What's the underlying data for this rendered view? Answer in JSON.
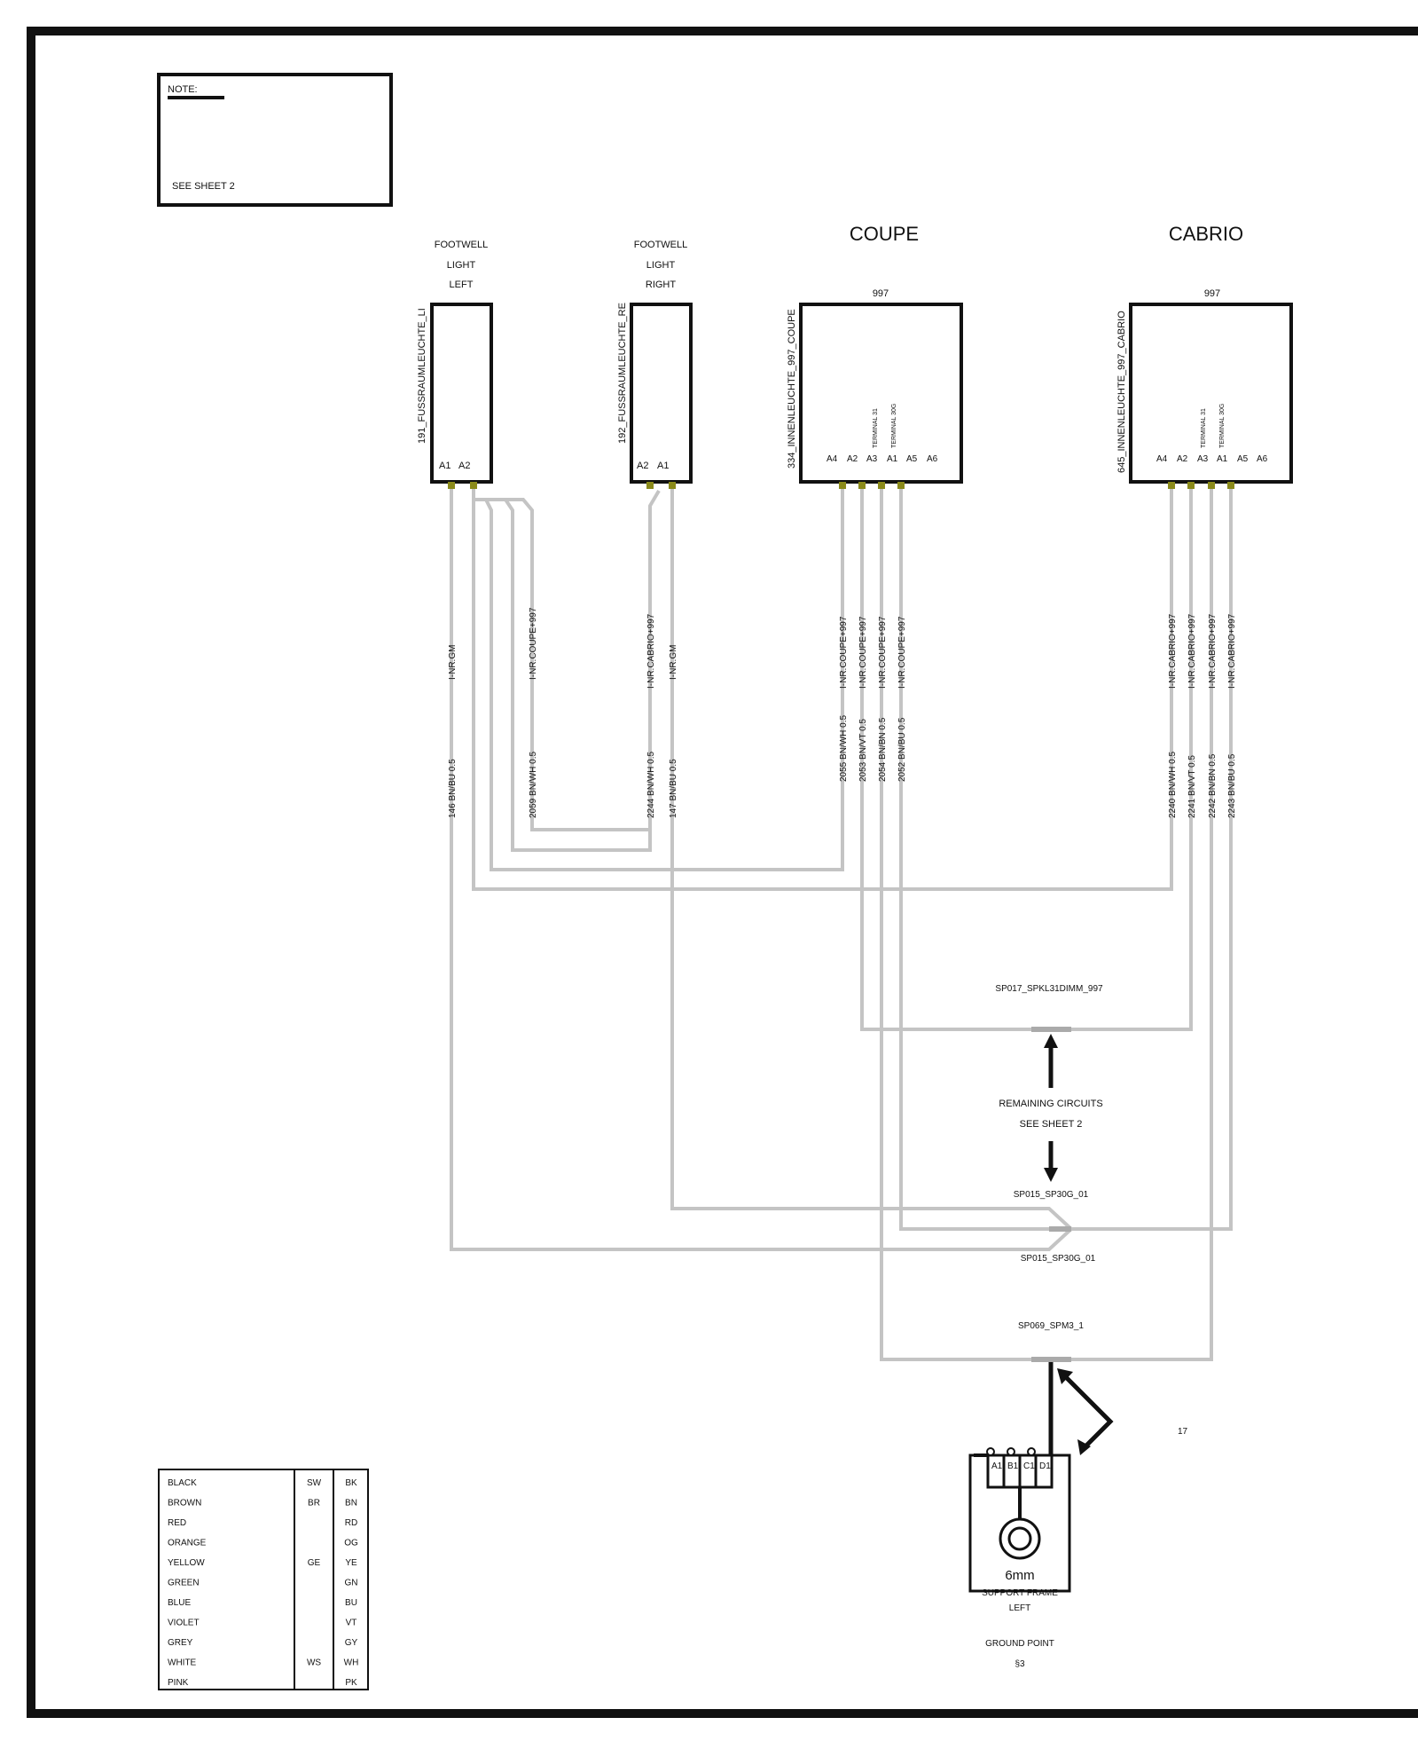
{
  "note": {
    "title": "NOTE:",
    "text": "SEE SHEET 2"
  },
  "groups": {
    "coupe": "COUPE",
    "cabrio": "CABRIO"
  },
  "connectors": {
    "fl_left": {
      "caption": [
        "FOOTWELL",
        "LIGHT",
        "LEFT"
      ],
      "id": "191_FUSSRAUMLEUCHTE_LI",
      "pins": [
        "A1",
        "A2"
      ]
    },
    "fl_right": {
      "caption": [
        "FOOTWELL",
        "LIGHT",
        "RIGHT"
      ],
      "id": "192_FUSSRAUMLEUCHTE_RE",
      "pins": [
        "A2",
        "A1"
      ]
    },
    "coupe": {
      "model": "997",
      "id": "334_INNENLEUCHTE_997_COUPE",
      "pins": [
        "A4",
        "A2",
        "A3",
        "A1",
        "A5",
        "A6"
      ],
      "terminals": [
        "TERMINAL 31",
        "TERMINAL 30G"
      ]
    },
    "cabrio": {
      "model": "997",
      "id": "645_INNENLEUCHTE_997_CABRIO",
      "pins": [
        "A4",
        "A2",
        "A3",
        "A1",
        "A5",
        "A6"
      ],
      "terminals": [
        "TERMINAL 31",
        "TERMINAL 30G"
      ]
    }
  },
  "wires": [
    {
      "code": "146 BN/BU 0.5",
      "harness": "I-NR.GM"
    },
    {
      "code": "2059 BN/WH 0.5",
      "harness": "I-NR.COUPE+997"
    },
    {
      "code": "2244 BN/WH 0.5",
      "harness": "I-NR.CABRIO+997"
    },
    {
      "code": "147 BN/BU 0.5",
      "harness": "I-NR.GM"
    },
    {
      "code": "2055 BN/WH 0.5",
      "harness": "I-NR.COUPE+997"
    },
    {
      "code": "2053 BN/VT 0.5",
      "harness": "I-NR.COUPE+997"
    },
    {
      "code": "2054 BN/BN 0.5",
      "harness": "I-NR.COUPE+997"
    },
    {
      "code": "2052 BN/BU 0.5",
      "harness": "I-NR.COUPE+997"
    },
    {
      "code": "2240 BN/WH 0.5",
      "harness": "I-NR.CABRIO+997"
    },
    {
      "code": "2241 BN/VT 0.5",
      "harness": "I-NR.CABRIO+997"
    },
    {
      "code": "2242 BN/BN 0.5",
      "harness": "I-NR.CABRIO+997"
    },
    {
      "code": "2243 BN/BU 0.5",
      "harness": "I-NR.CABRIO+997"
    }
  ],
  "splices": {
    "sp017": "SP017_SPKL31DIMM_997",
    "sp015_top": "SP015_SP30G_01",
    "sp015_bottom": "SP015_SP30G_01",
    "sp069": "SP069_SPM3_1"
  },
  "remaining": [
    "REMAINING CIRCUITS",
    "SEE SHEET 2"
  ],
  "ground": {
    "pins": [
      "A1",
      "B1",
      "C1",
      "D1"
    ],
    "size": "6mm",
    "location": [
      "SUPPORT FRAME",
      "LEFT"
    ],
    "label": "GROUND POINT",
    "ref": "§3",
    "number": "17"
  },
  "legend": [
    {
      "color": "BLACK",
      "de": "SW",
      "code": "BK"
    },
    {
      "color": "BROWN",
      "de": "BR",
      "code": "BN"
    },
    {
      "color": "RED",
      "de": "",
      "code": "RD"
    },
    {
      "color": "ORANGE",
      "de": "",
      "code": "OG"
    },
    {
      "color": "YELLOW",
      "de": "GE",
      "code": "YE"
    },
    {
      "color": "GREEN",
      "de": "",
      "code": "GN"
    },
    {
      "color": "BLUE",
      "de": "",
      "code": "BU"
    },
    {
      "color": "VIOLET",
      "de": "",
      "code": "VT"
    },
    {
      "color": "GREY",
      "de": "",
      "code": "GY"
    },
    {
      "color": "WHITE",
      "de": "WS",
      "code": "WH"
    },
    {
      "color": "PINK",
      "de": "",
      "code": "PK"
    }
  ],
  "colors": {
    "wire": "#c4c4c4",
    "pin": "#8a8a1a",
    "line": "#111111"
  }
}
